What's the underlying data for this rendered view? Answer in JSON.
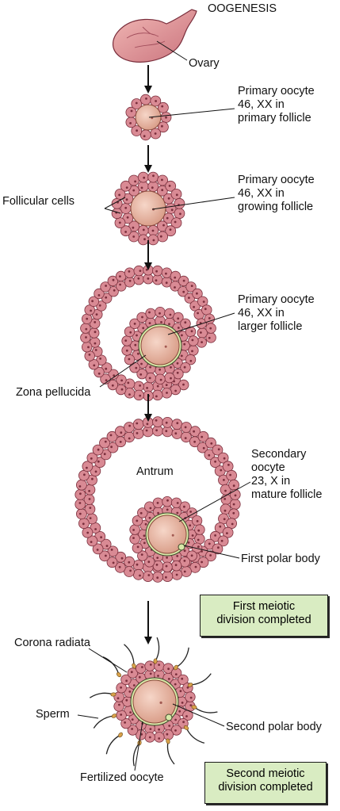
{
  "title": "OOGENESIS",
  "colors": {
    "cell_fill": "#d98a94",
    "cell_edge": "#7a2e3c",
    "oocyte": "#e8b49c",
    "zona": "#d8e8a8",
    "box_fill": "#d9ecc2"
  },
  "labels": {
    "ovary": "Ovary",
    "primary_follicle": [
      "Primary oocyte",
      "46, XX in",
      "primary follicle"
    ],
    "follicular_cells": "Follicular cells",
    "growing_follicle": [
      "Primary oocyte",
      "46, XX in",
      "growing follicle"
    ],
    "larger_follicle": [
      "Primary oocyte",
      "46, XX in",
      "larger follicle"
    ],
    "zona_pellucida": "Zona pellucida",
    "antrum": "Antrum",
    "mature_follicle": [
      "Secondary",
      "oocyte",
      "23, X in",
      "mature follicle"
    ],
    "first_polar_body": "First polar body",
    "corona_radiata": "Corona radiata",
    "sperm": "Sperm",
    "second_polar_body": "Second polar body",
    "fertilized_oocyte": "Fertilized oocyte"
  },
  "boxes": {
    "first": [
      "First meiotic",
      "division completed"
    ],
    "second": [
      "Second meiotic",
      "division completed"
    ]
  }
}
